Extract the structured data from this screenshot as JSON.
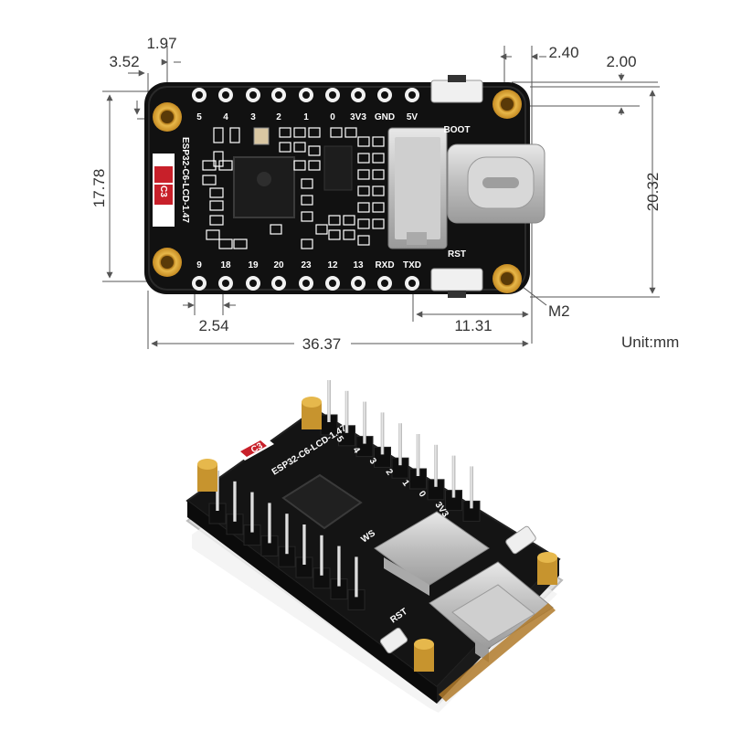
{
  "dimensions": {
    "d_3_52": "3.52",
    "d_1_97": "1.97",
    "d_2_40": "2.40",
    "d_2_00": "2.00",
    "d_17_78": "17.78",
    "d_20_32": "20.32",
    "d_2_54": "2.54",
    "d_11_31": "11.31",
    "d_36_37": "36.37",
    "hole": "M2",
    "unit": "Unit:mm"
  },
  "board": {
    "model_label": "ESP32-C6-LCD-1.47",
    "chip_label": "C3",
    "boot_label": "BOOT",
    "rst_label": "RST",
    "top_pins": [
      "5",
      "4",
      "3",
      "2",
      "1",
      "0",
      "3V3",
      "GND",
      "5V"
    ],
    "bottom_pins": [
      "9",
      "18",
      "19",
      "20",
      "23",
      "12",
      "13",
      "RXD",
      "TXD"
    ]
  },
  "photo": {
    "model_label": "ESP32-C6-LCD-1.47",
    "chip_label": "C3",
    "rst_label": "RST",
    "logo_text": "WS",
    "pin_labels": [
      "5",
      "4",
      "3",
      "2",
      "1",
      "0",
      "3V3"
    ]
  },
  "colors": {
    "pcb": "#111111",
    "gold": "#d9a33a",
    "dimension_line": "#555555",
    "silkscreen": "#ffffff",
    "red_sticker": "#c8202a"
  }
}
